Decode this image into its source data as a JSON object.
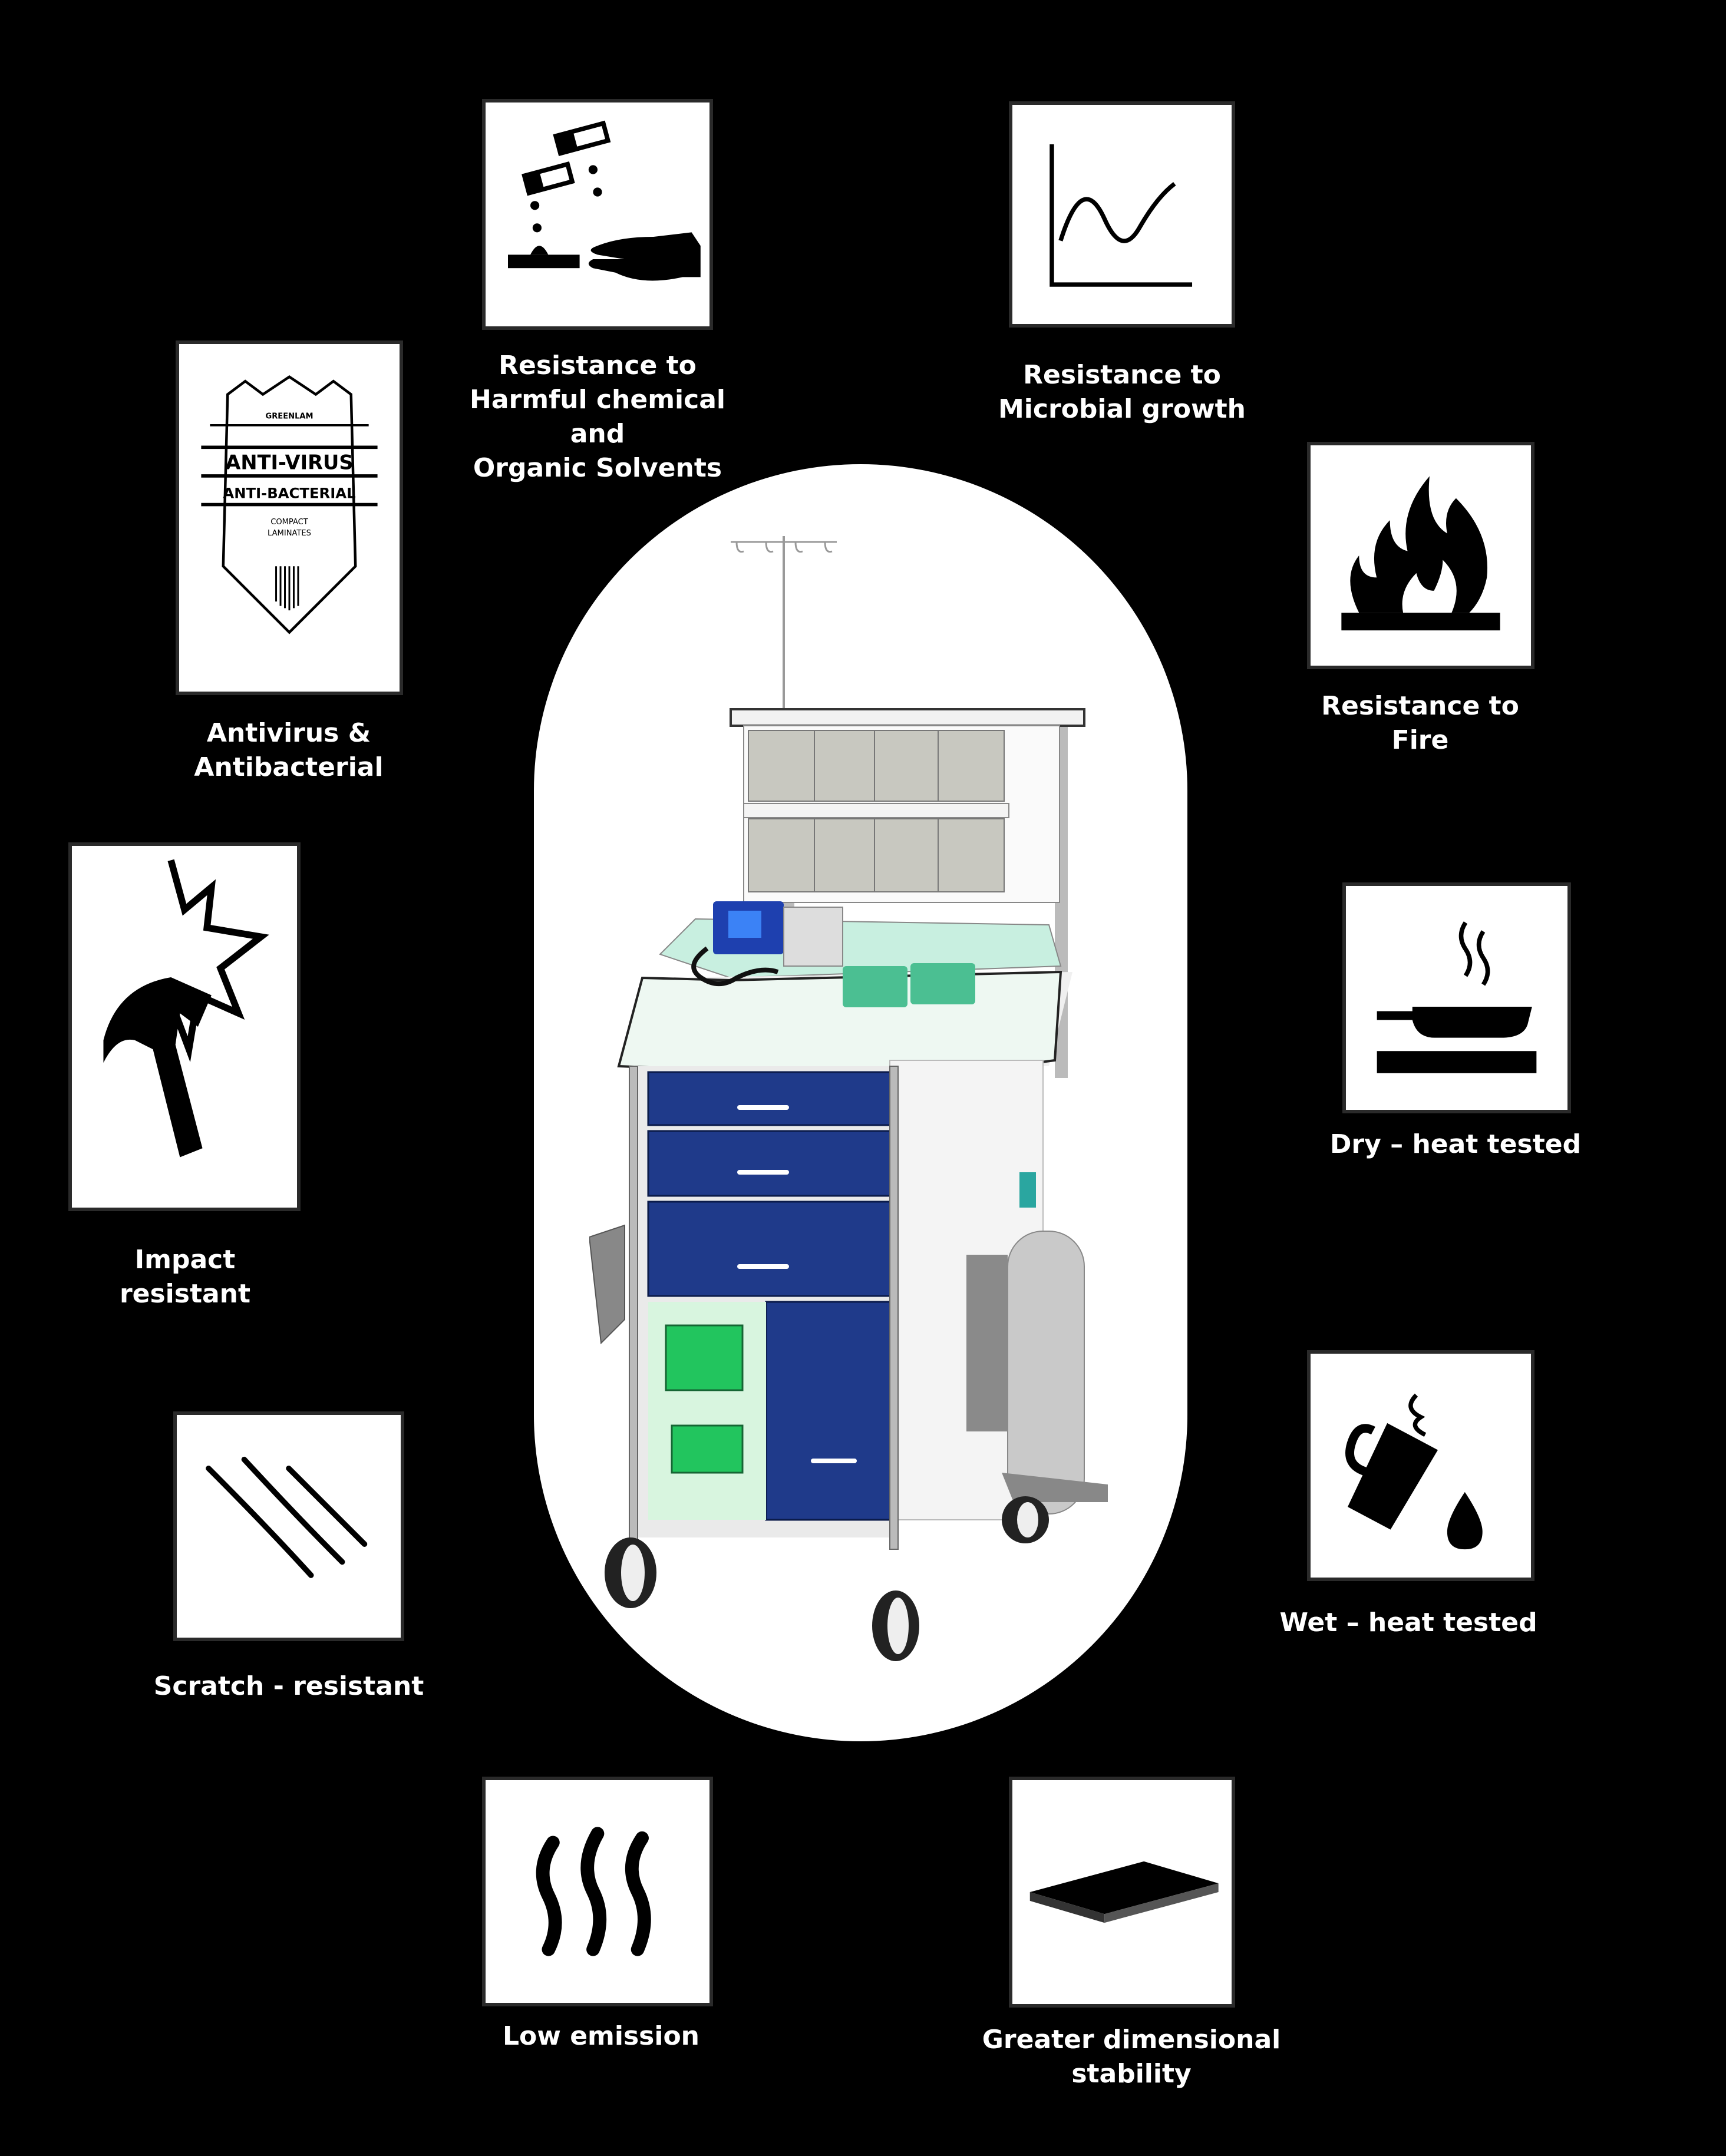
{
  "features": {
    "chemical": "Resistance to\nHarmful chemical and\nOrganic Solvents",
    "microbial": "Resistance to\nMicrobial growth",
    "antivirus": "Antivirus &\nAntibacterial",
    "fire": "Resistance to\nFire",
    "impact": "Impact\nresistant",
    "dry_heat": "Dry – heat tested",
    "wet_heat": "Wet – heat tested",
    "scratch": "Scratch - resistant",
    "low_emission": "Low emission",
    "dimensional": "Greater dimensional\nstability"
  },
  "badge": {
    "brand": "GREENLAM",
    "line1": "ANTI-VIRUS",
    "line2": "ANTI-BACTERIAL",
    "line3": "COMPACT",
    "line4": "LAMINATES"
  },
  "icons": [
    "chemical-corrosion-icon",
    "microbial-growth-chart-icon",
    "antivirus-shield-icon",
    "fire-icon",
    "hammer-impact-icon",
    "frying-pan-icon",
    "pouring-jug-icon",
    "scratch-marks-icon",
    "heat-waves-icon",
    "laminate-sheet-icon"
  ],
  "colors": {
    "background": "#000000",
    "card": "#ffffff",
    "drawer": "#1f3a8a",
    "tray": "#22c55e"
  }
}
